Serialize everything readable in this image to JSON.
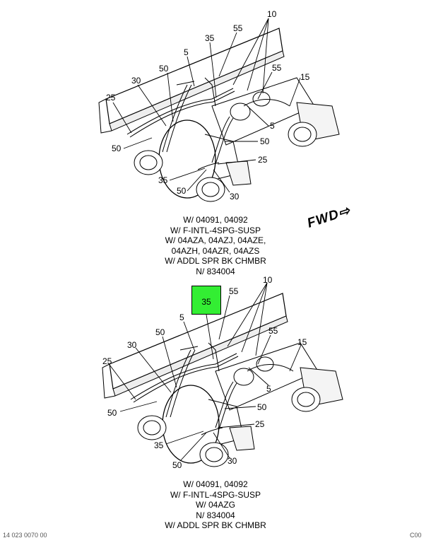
{
  "top": {
    "labels": [
      "10",
      "55",
      "35",
      "5",
      "50",
      "30",
      "25",
      "55",
      "15",
      "5",
      "50",
      "50",
      "25",
      "35",
      "50",
      "30"
    ],
    "caption": [
      "W/ 04091, 04092",
      "W/ F-INTL-4SPG-SUSP",
      "W/ 04AZA, 04AZJ, 04AZE,",
      "04AZH, 04AZR, 04AZS",
      "W/ ADDL SPR BK CHMBR",
      "N/ 834004"
    ]
  },
  "bottom": {
    "labels": [
      "10",
      "55",
      "5",
      "50",
      "30",
      "25",
      "55",
      "15",
      "5",
      "50",
      "50",
      "25",
      "35",
      "50",
      "30"
    ],
    "highlight": "35",
    "highlight_color": "#33ee33",
    "caption": [
      "W/ 04091, 04092",
      "W/ F-INTL-4SPG-SUSP",
      "W/ 04AZG",
      "N/ 834004",
      "W/ ADDL SPR BK CHMBR"
    ]
  },
  "fwd": "FWD",
  "footer": {
    "left": "14 023 0070 00",
    "right": "C00"
  }
}
